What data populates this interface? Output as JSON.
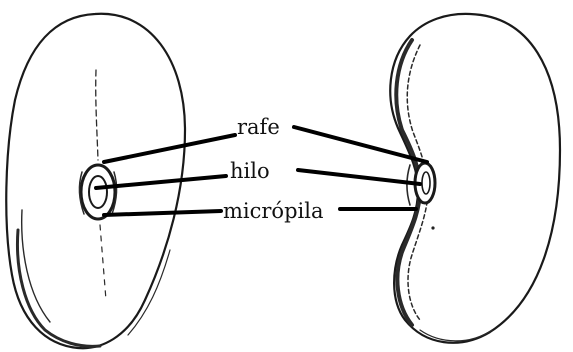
{
  "labels": {
    "rafe": "rafe",
    "hilo": "hilo",
    "micropila": "micrópila"
  },
  "colors": {
    "ink": "#111111",
    "background": "#ffffff"
  }
}
